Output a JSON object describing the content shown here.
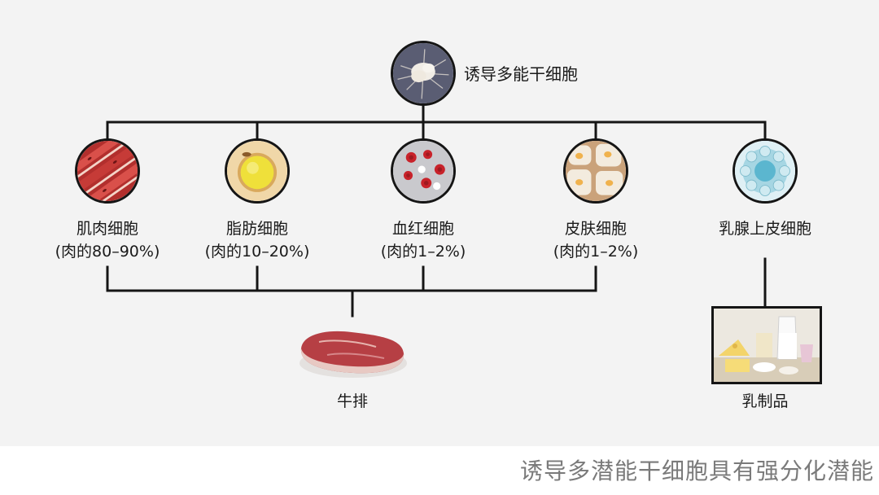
{
  "root": {
    "label": "诱导多能干细胞",
    "icon": "stem-cell-icon"
  },
  "cells": [
    {
      "name": "肌肉细胞",
      "share": "(肉的80–90%)",
      "icon": "muscle-cell-icon"
    },
    {
      "name": "脂肪细胞",
      "share": "(肉的10–20%)",
      "icon": "fat-cell-icon"
    },
    {
      "name": "血红细胞",
      "share": "(肉的1–2%)",
      "icon": "red-blood-cell-icon"
    },
    {
      "name": "皮肤细胞",
      "share": "(肉的1–2%)",
      "icon": "skin-cell-icon"
    },
    {
      "name": "乳腺上皮细胞",
      "share": "",
      "icon": "mammary-epithelial-cell-icon"
    }
  ],
  "products": {
    "steak": {
      "label": "牛排",
      "icon": "steak-icon"
    },
    "dairy": {
      "label": "乳制品",
      "icon": "dairy-products-icon"
    }
  },
  "caption": "诱导多潜能干细胞具有强分化潜能",
  "colors": {
    "line": "#151515",
    "panel": "#f3f3f3",
    "caption": "#7a7a7a"
  }
}
